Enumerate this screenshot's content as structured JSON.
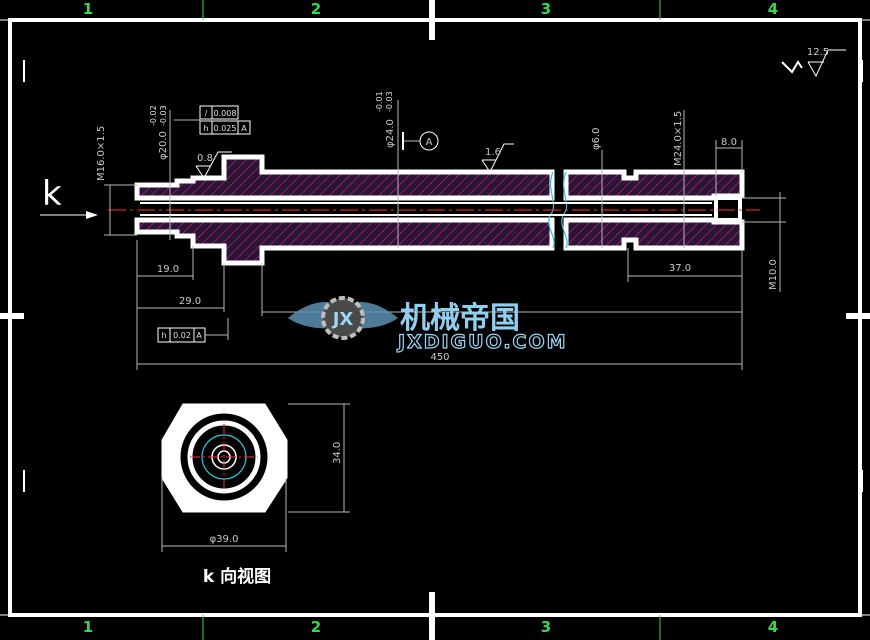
{
  "zones": {
    "top": [
      "1",
      "2",
      "3",
      "4"
    ],
    "bottom": [
      "1",
      "2",
      "3",
      "4"
    ]
  },
  "roughness": {
    "general": "12.5",
    "surface_a": "1.6",
    "surface_b": "0.8"
  },
  "view_marker": "k",
  "view_caption": "k 向视图",
  "datum": "A",
  "tolerance_frames": [
    {
      "symbol": "/",
      "value": "0.008"
    },
    {
      "symbol": "h",
      "value": "0.025",
      "datum": "A"
    },
    {
      "symbol": "h",
      "value": "0.02",
      "datum": "A"
    }
  ],
  "dimensions": {
    "thread_left": "M16.0×1.5",
    "dia_20": "φ20.0",
    "dia_20_tol_upper": "-0.02",
    "dia_20_tol_lower": "-0.03",
    "dia_24": "φ24.0",
    "dia_24_tol_upper": "-0.01",
    "dia_24_tol_lower": "-0.03",
    "dia_6": "φ6.0",
    "thread_right": "M24.0×1.5",
    "len_8": "8.0",
    "len_19": "19.0",
    "len_29": "29.0",
    "len_37": "37.0",
    "thread_m10": "M10.0",
    "len_450": "450",
    "view_height": "34.0",
    "view_dia": "φ39.0"
  },
  "watermark": {
    "title": "机械帝国",
    "url": "JXDIGUO.COM"
  },
  "colors": {
    "background": "#000000",
    "frame": "#ffffff",
    "zone_label": "#39d84a",
    "section_fill": "#2a1535",
    "hatch": "#e0208a",
    "centerline": "#ff3030",
    "dimension": "#b8b8b8",
    "hidden_line": "#26c6e0"
  }
}
